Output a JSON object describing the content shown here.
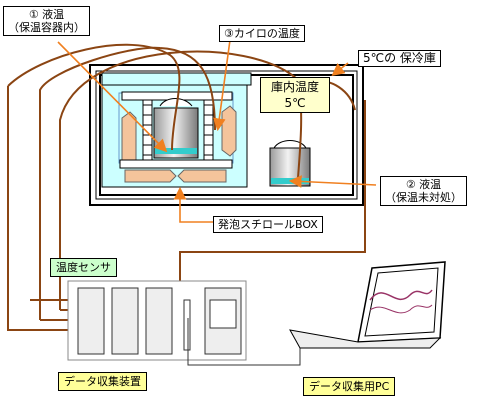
{
  "labels": {
    "liquid_temp_1": [
      "① 液温",
      "（保温容器内）"
    ],
    "kairo_temp": "③カイロの温度",
    "cold_storage": "5℃の 保冷庫",
    "inside_temp": [
      "庫内温度",
      "5℃"
    ],
    "liquid_temp_2": [
      "② 液温",
      "（保温未対処）"
    ],
    "styrofoam_box": "発泡スチロールBOX",
    "temp_sensor": "温度センサ",
    "data_logger": "データ収集装置",
    "data_pc": "データ収集用PC"
  },
  "colors": {
    "wire": "#8b4513",
    "arrow": "#f08020",
    "fridge_fill": "#ccffff",
    "box_frame": "#000000",
    "inner_frame": "#99ccff",
    "pad": "#f4c49b",
    "liquid": "#33cccc",
    "sensor_label_bg": "#ccffcc",
    "logger_label_bg": "#ffff99",
    "inside_temp_bg": "#ffffcc"
  }
}
